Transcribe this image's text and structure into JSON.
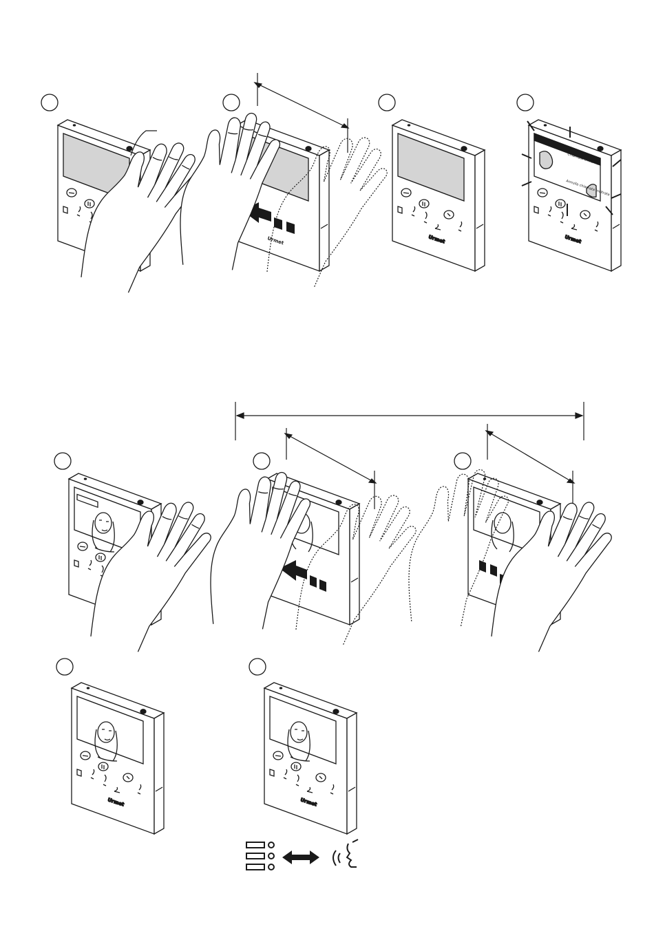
{
  "figure": {
    "line_color": "#1a1a1a",
    "screen_gray": "#d4d4d4",
    "hand_fill": "#ffffff",
    "panels": [
      {
        "id": "1a",
        "content": "blank-screen",
        "gesture": "hand-cover"
      },
      {
        "id": "1b",
        "content": "blank-screen",
        "gesture": "swipe-left"
      },
      {
        "id": "1c",
        "content": "blank-screen",
        "gesture": "none"
      },
      {
        "id": "1d",
        "content": "menu-screen",
        "gesture": "none",
        "flashing": true
      },
      {
        "id": "2a",
        "content": "video-call",
        "gesture": "hand-cover"
      },
      {
        "id": "2b",
        "content": "video-call",
        "gesture": "swipe-left"
      },
      {
        "id": "2c",
        "content": "video-call",
        "gesture": "swipe-right"
      },
      {
        "id": "3a",
        "content": "video-call",
        "gesture": "none"
      },
      {
        "id": "3b",
        "content": "video-call",
        "gesture": "none"
      }
    ],
    "toggle_icons": [
      "menu-list-icon",
      "double-arrow-icon",
      "voice-speaking-icon"
    ]
  },
  "device": {
    "brand_mark": "Urmet",
    "menu_line_1": "Chiamata entrante",
    "menu_line_2": "Annulla chiamata inoltrata"
  }
}
